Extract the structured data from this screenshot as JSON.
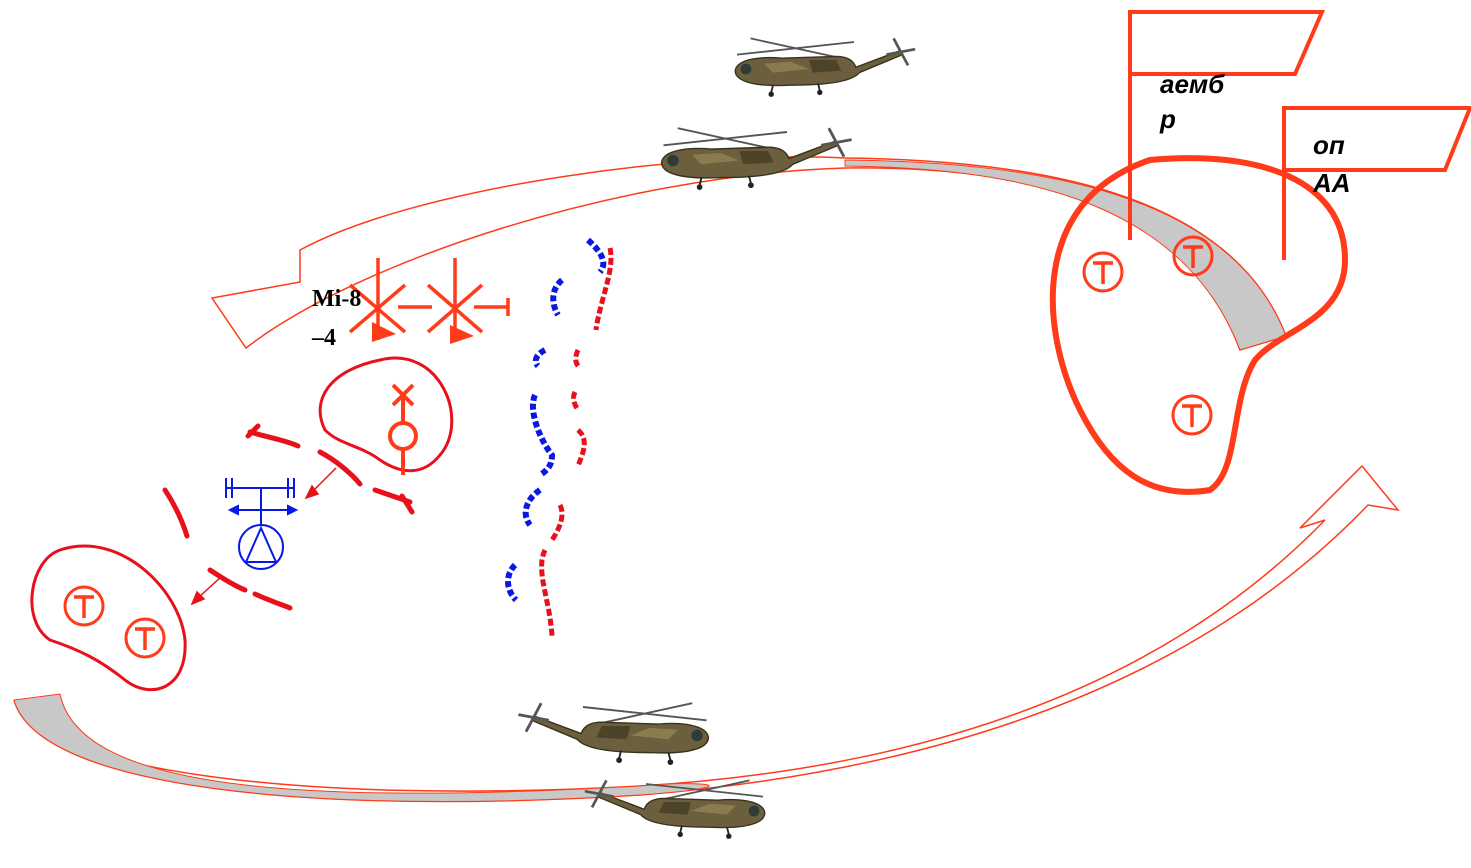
{
  "labels": {
    "flag1_line1": "аемб",
    "flag1_line2": "р",
    "flag2_line1": "оп",
    "flag2_line2": "АА",
    "unit_line1": "Mi-8",
    "unit_line2": "–4",
    "target_symbol": "Т"
  },
  "colors": {
    "hostile": "#ff3b1a",
    "hostile_dark": "#e8101a",
    "friendly": "#0a18e6",
    "route_fill": "#c8c8c8",
    "route_stroke": "#ff3b1a",
    "helicopter_body": "#6b5f3d"
  },
  "icons": {
    "helicopter": "mi8-helicopter-icon",
    "target": "circled-t-icon",
    "command_post": "flag-icon"
  }
}
